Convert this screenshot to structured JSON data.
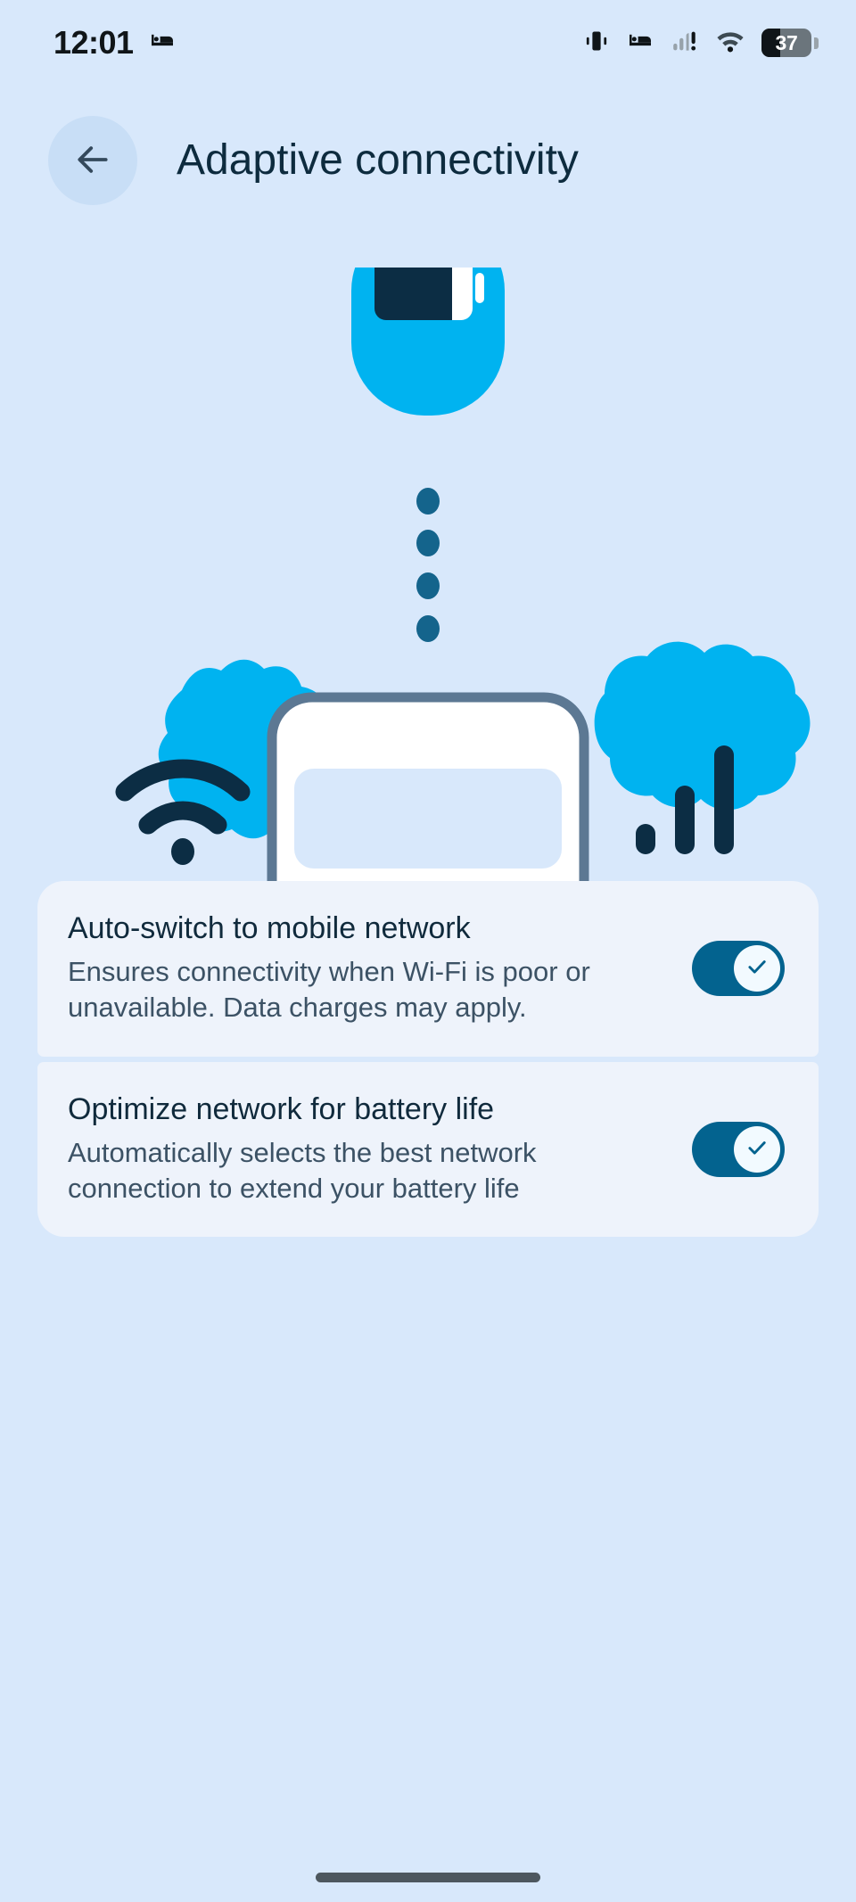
{
  "status_bar": {
    "time": "12:01",
    "left_icons": [
      "bedtime-icon"
    ],
    "right_icons": [
      "vibrate-icon",
      "bedtime-icon",
      "mobile-signal-alert-icon",
      "wifi-icon"
    ],
    "battery_level": "37",
    "battery_percent": 37
  },
  "app_bar": {
    "back_label": "Back",
    "title": "Adaptive connectivity"
  },
  "hero": {
    "description": "Illustration of Wi-Fi, battery and mobile signal icons connecting to a phone",
    "badges": [
      "wifi-icon",
      "battery-icon",
      "signal-bars-icon"
    ],
    "dot_count": 4,
    "colors": {
      "badge": "#00b3f0",
      "glyph": "#0c2d44",
      "dot": "#14648c",
      "phone_outline": "#5c7893",
      "phone_screen": "#ffffff",
      "phone_panel": "#d8e8fb"
    }
  },
  "settings": {
    "items": [
      {
        "title": "Auto-switch to mobile network",
        "description": "Ensures connectivity when Wi-Fi is poor or unavailable. Data charges may apply.",
        "toggle_on": true,
        "toggle_state_label": "On"
      },
      {
        "title": "Optimize network for battery life",
        "description": "Automatically selects the best network connection to extend your battery life",
        "toggle_on": true,
        "toggle_state_label": "On"
      }
    ]
  },
  "nav_bar": {
    "gesture_hint": "Home gesture bar"
  },
  "theme": {
    "background": "#d8e8fb",
    "card_background": "#eef3fb",
    "accent": "#03638f",
    "title_text": "#0d2b3e",
    "body_text": "#3c5265"
  }
}
